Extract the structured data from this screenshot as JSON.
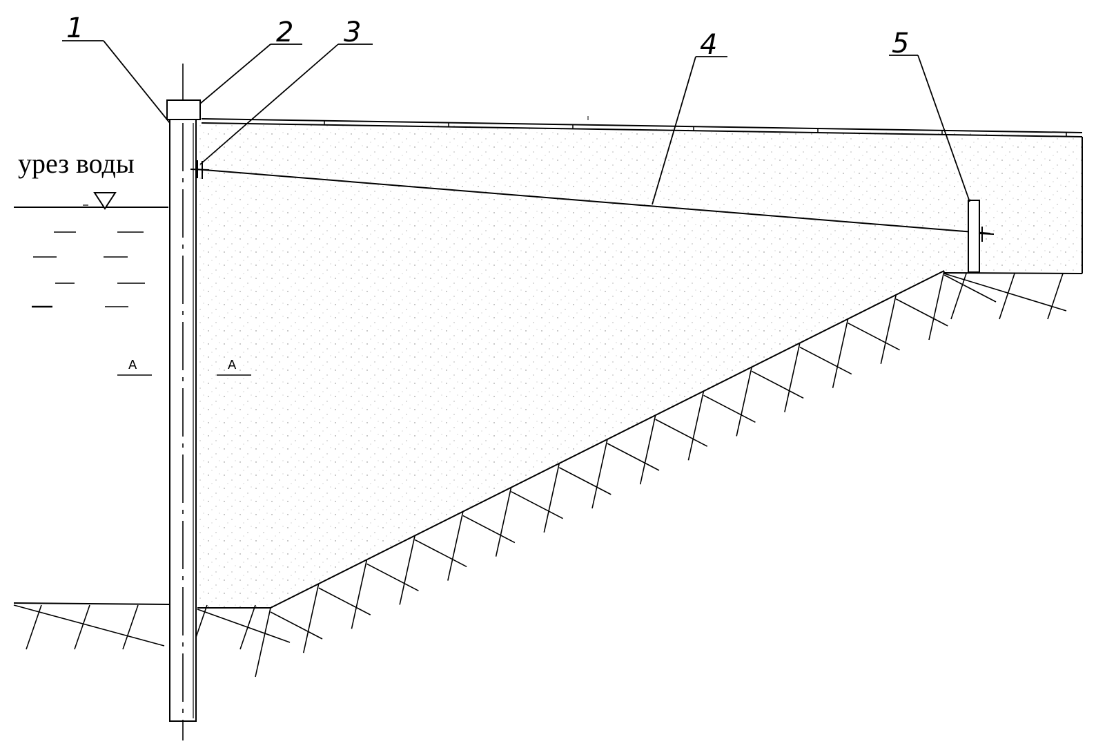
{
  "diagram": {
    "labels": {
      "n1": "1",
      "n2": "2",
      "n3": "3",
      "n4": "4",
      "n5": "5"
    },
    "water_edge": "урез воды",
    "section_left": "А",
    "section_right": "А"
  }
}
